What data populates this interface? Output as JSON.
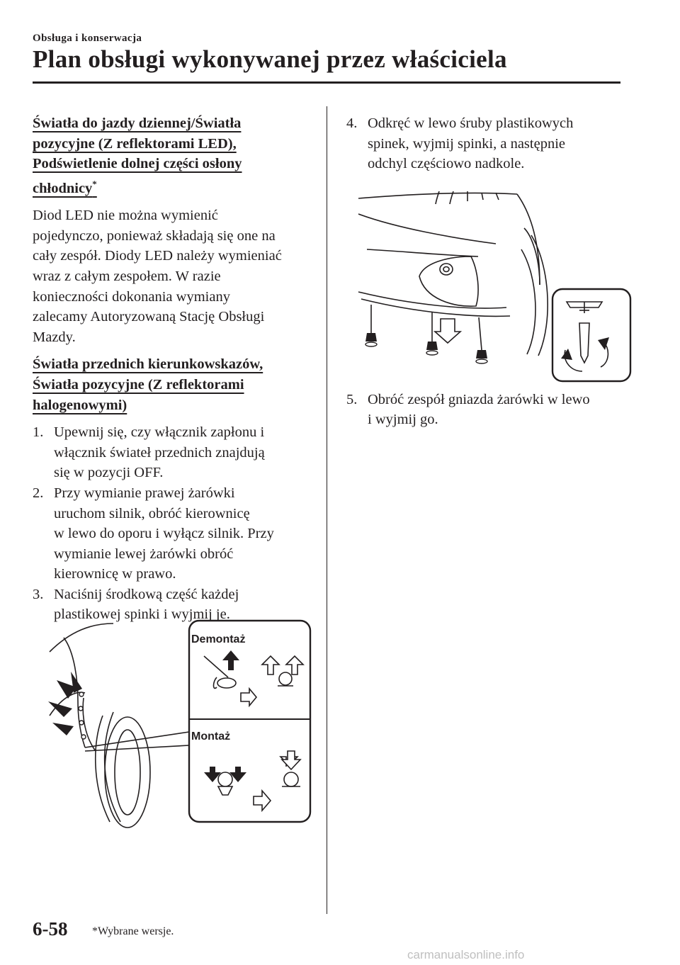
{
  "header": {
    "section": "Obsługa i konserwacja",
    "title": "Plan obsługi wykonywanej przez właściciela"
  },
  "left_column": {
    "heading1": {
      "lines": [
        "Światła do jazdy dziennej/Światła",
        "pozycyjne (Z reflektorami LED),",
        "Podświetlenie dolnej części osłony",
        "chłodnicy"
      ],
      "asterisk": "*"
    },
    "paragraph": [
      "Diod LED nie można wymienić",
      "pojedynczo, ponieważ składają się one na",
      "cały zespół. Diody LED należy wymieniać",
      "wraz z całym zespołem. W razie",
      "konieczności dokonania wymiany",
      "zalecamy Autoryzowaną Stację Obsługi",
      "Mazdy."
    ],
    "heading2": {
      "lines": [
        "Światła przednich kierunkowskazów,",
        "Światła pozycyjne (Z reflektorami",
        "halogenowymi)"
      ]
    },
    "steps": [
      {
        "num": "1.",
        "lines": [
          "Upewnij się, czy włącznik zapłonu i",
          "włącznik świateł przednich znajdują",
          "się w pozycji OFF."
        ]
      },
      {
        "num": "2.",
        "lines": [
          "Przy wymianie prawej żarówki",
          "uruchom silnik, obróć kierownicę",
          "w lewo do oporu i wyłącz silnik. Przy",
          "wymianie lewej żarówki obróć",
          "kierownicę w prawo."
        ]
      },
      {
        "num": "3.",
        "lines": [
          "Naciśnij środkową część każdej",
          "plastikowej spinki i wyjmij je."
        ]
      }
    ],
    "figure": {
      "label_removal": "Demontaż",
      "label_install": "Montaż"
    }
  },
  "right_column": {
    "steps": [
      {
        "num": "4.",
        "lines": [
          "Odkręć w lewo śruby plastikowych",
          "spinek, wyjmij spinki, a następnie",
          "odchyl częściowo nadkole."
        ]
      },
      {
        "num": "5.",
        "lines": [
          "Obróć zespół gniazda żarówki w lewo",
          "i wyjmij go."
        ]
      }
    ]
  },
  "footer": {
    "page_number": "6-58",
    "footnote": "*Wybrane wersje.",
    "watermark": "carmanualsonline.info"
  }
}
